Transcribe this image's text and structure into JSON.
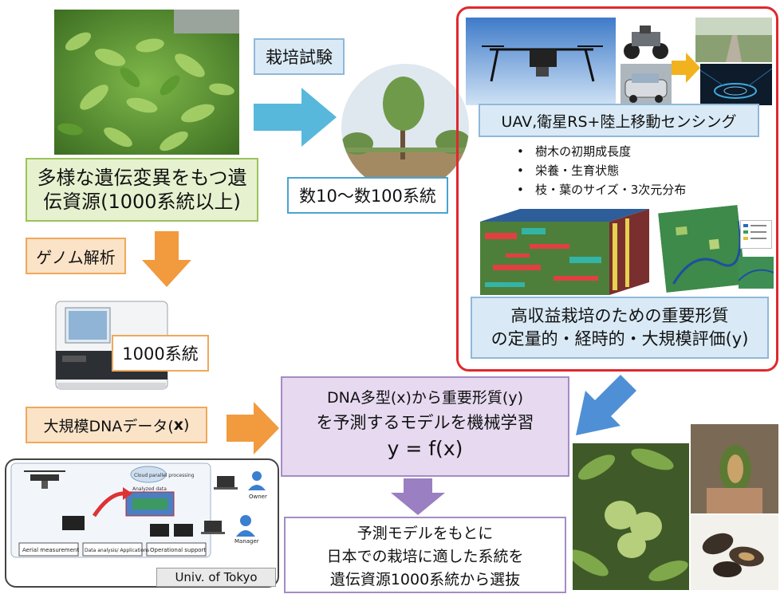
{
  "labels": {
    "cultivation_trial": "栽培試験",
    "genetic_resources_line1": "多様な遺伝変異をもつ遺",
    "genetic_resources_line2": "伝資源(1000系統以上)",
    "lines_count": "数10〜数100系統",
    "genome_analysis": "ゲノム解析",
    "sequencer_lines": "1000系統",
    "large_dna_data": "大規模DNAデータ(",
    "large_dna_x": "x",
    "large_dna_close": ")",
    "sensing_title": "UAV,衛星RS+陸上移動センシング",
    "bullets": [
      "樹木の初期成長度",
      "栄養・生育状態",
      "枝・葉のサイズ・3次元分布"
    ],
    "evaluation_line1": "高収益栽培のための重要形質",
    "evaluation_line2": "の定量的・経時的・大規模評価(y)",
    "ml_line1": "DNA多型(x)から重要形質(y)",
    "ml_line2": "を予測するモデルを機械学習",
    "ml_formula": "y = f(x)",
    "selection_line1": "予測モデルをもとに",
    "selection_line2": "日本での栽培に適した系統を",
    "selection_line3": "遺伝資源1000系統から選抜",
    "univ_label": "Univ. of Tokyo",
    "univ_diagram": {
      "owner": "Owner",
      "manager": "Manager",
      "aerial": "Aerial measurement",
      "analysis": "Data analysis/ Applications",
      "operational": "Operational support",
      "cloud": "Cloud parallel processing",
      "analyzed": "Analyzed data"
    }
  },
  "colors": {
    "red_frame": "#e0282e",
    "blue_arrow": "#57b8dc",
    "orange_arrow": "#f29a3e",
    "purple_arrow": "#9a7fc2"
  }
}
